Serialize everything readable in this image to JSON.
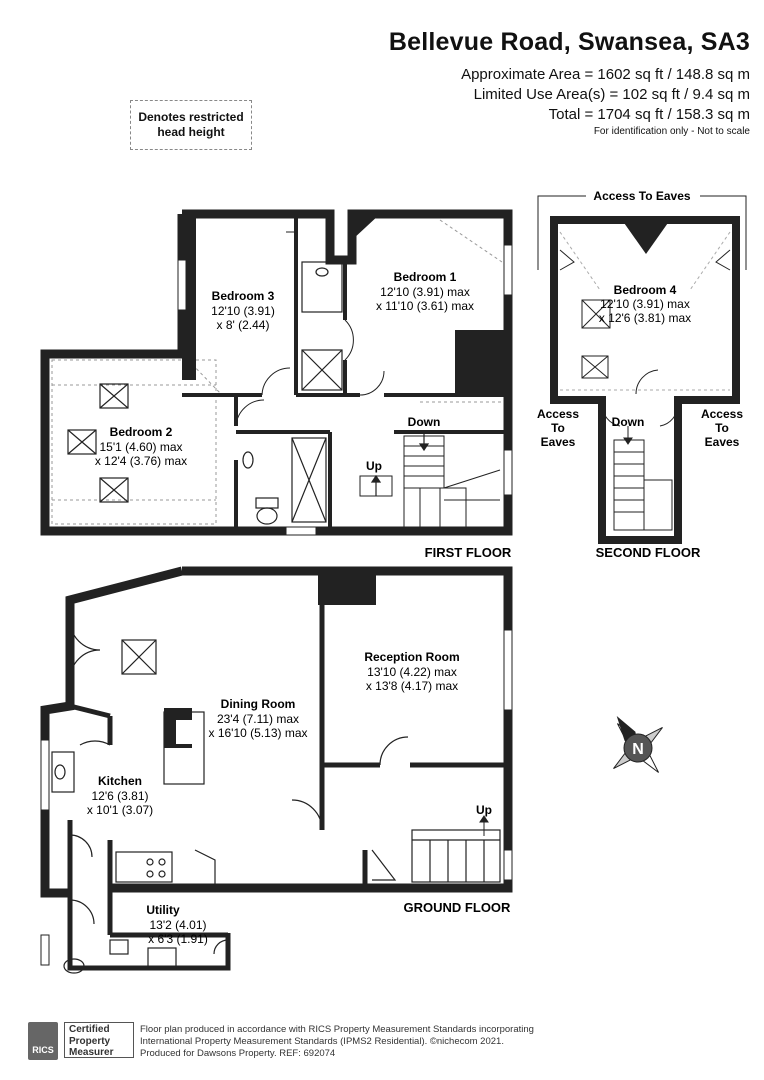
{
  "header": {
    "title": "Bellevue Road, Swansea, SA3",
    "approx_area": "Approximate Area = 1602 sq ft / 148.8 sq m",
    "limited_use": "Limited Use Area(s) = 102 sq ft / 9.4 sq m",
    "total": "Total = 1704 sq ft / 158.3 sq m",
    "note": "For identification only - Not to scale"
  },
  "legend": {
    "line1": "Denotes restricted",
    "line2": "head height"
  },
  "rooms": {
    "bedroom3": {
      "name": "Bedroom 3",
      "dim1": "12'10 (3.91)",
      "dim2": "x 8' (2.44)"
    },
    "bedroom1": {
      "name": "Bedroom 1",
      "dim1": "12'10 (3.91) max",
      "dim2": "x 11'10 (3.61) max"
    },
    "bedroom2": {
      "name": "Bedroom 2",
      "dim1": "15'1 (4.60) max",
      "dim2": "x 12'4 (3.76) max"
    },
    "bedroom4": {
      "name": "Bedroom 4",
      "dim1": "12'10 (3.91) max",
      "dim2": "x 12'6 (3.81) max"
    },
    "reception": {
      "name": "Reception Room",
      "dim1": "13'10 (4.22) max",
      "dim2": "x 13'8 (4.17) max"
    },
    "dining": {
      "name": "Dining Room",
      "dim1": "23'4 (7.11) max",
      "dim2": "x 16'10 (5.13) max"
    },
    "kitchen": {
      "name": "Kitchen",
      "dim1": "12'6 (3.81)",
      "dim2": "x 10'1 (3.07)"
    },
    "utility": {
      "name": "Utility",
      "dim1": "13'2 (4.01)",
      "dim2": "x 6'3 (1.91)"
    }
  },
  "labels": {
    "access_eaves_top": "Access To Eaves",
    "access_left_1": "Access",
    "access_left_2": "To",
    "access_left_3": "Eaves",
    "access_right_1": "Access",
    "access_right_2": "To",
    "access_right_3": "Eaves",
    "down_first": "Down",
    "up_first": "Up",
    "down_second": "Down",
    "up_ground": "Up",
    "compass": "N"
  },
  "floors": {
    "first": "FIRST FLOOR",
    "second": "SECOND FLOOR",
    "ground": "GROUND FLOOR"
  },
  "footer": {
    "rics_logo": "RICS",
    "badge_1": "Certified",
    "badge_2": "Property",
    "badge_3": "Measurer",
    "line1": "Floor plan produced in accordance with RICS Property Measurement Standards incorporating",
    "line2": "International Property Measurement Standards (IPMS2 Residential). ©nichecom 2021.",
    "line3": "Produced for Dawsons Property.   REF:  692074"
  }
}
